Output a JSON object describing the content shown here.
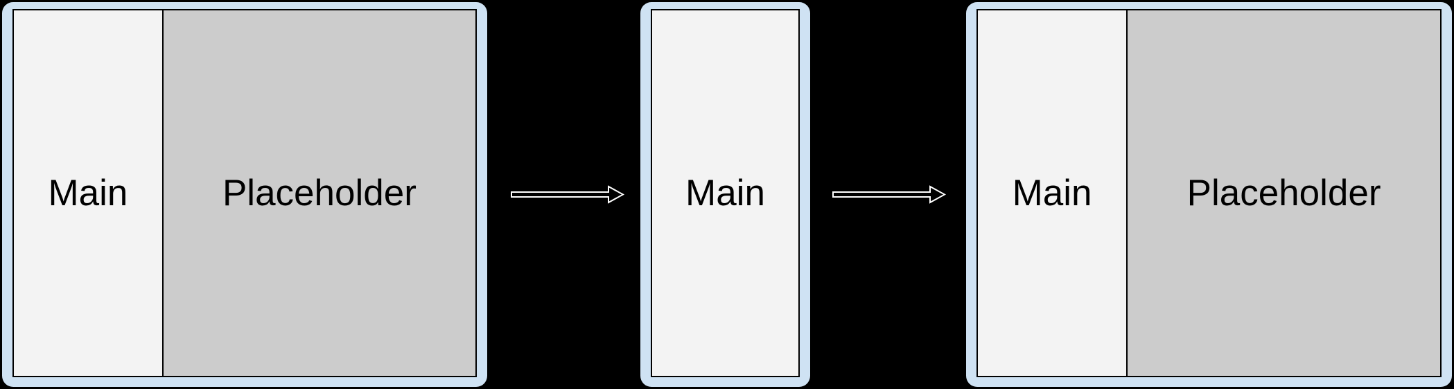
{
  "diagram": {
    "stages": [
      {
        "id": "left-expanded",
        "panels": [
          {
            "label": "Main"
          },
          {
            "label": "Placeholder"
          }
        ]
      },
      {
        "id": "middle-collapsed",
        "panels": [
          {
            "label": "Main"
          }
        ]
      },
      {
        "id": "right-expanded",
        "panels": [
          {
            "label": "Main"
          },
          {
            "label": "Placeholder"
          }
        ]
      }
    ],
    "arrows": [
      {
        "icon": "right-arrow"
      },
      {
        "icon": "right-arrow"
      }
    ]
  },
  "colors": {
    "background": "#000000",
    "frame_fill": "#cfe2f3",
    "main_pane_fill": "#f3f3f3",
    "placeholder_pane_fill": "#cccccc",
    "pane_border": "#000000",
    "label_color": "#000000",
    "arrow_fill": "#000000",
    "arrow_outline": "#ffffff"
  }
}
